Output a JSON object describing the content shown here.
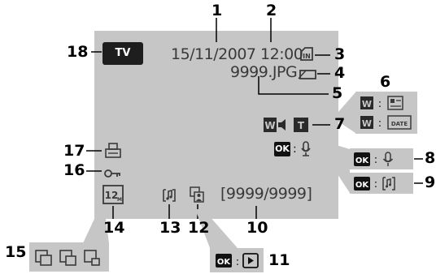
{
  "screen": {
    "datetime": "15/11/2007 12:00",
    "filename": "9999.JPG",
    "frame_counter": "[9999/9999]",
    "tv_icon": "TV"
  },
  "callout_numbers": [
    "1",
    "2",
    "3",
    "4",
    "5",
    "6",
    "7",
    "8",
    "9",
    "10",
    "11",
    "12",
    "13",
    "14",
    "15",
    "16",
    "17",
    "18"
  ],
  "callouts": {
    "ok_label": "OK",
    "separator": ":"
  },
  "colors": {
    "screen_bg": "#c6c6c6",
    "glyph": "#3a3a3a",
    "label": "#000000"
  }
}
